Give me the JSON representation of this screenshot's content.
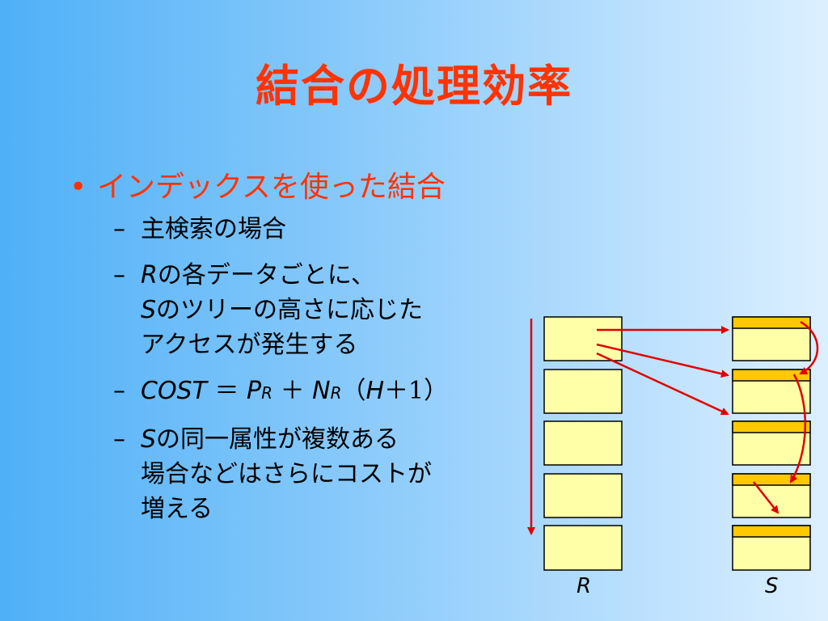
{
  "slide": {
    "title": "結合の処理効率",
    "bullet": {
      "marker": "•",
      "text": "インデックスを使った結合"
    },
    "sub_items": [
      {
        "dash": "–",
        "line1": "主検索の場合"
      },
      {
        "dash": "–",
        "line1_var": "R",
        "line1_rest": "の各データごとに、",
        "line2_var": "S",
        "line2_rest": "のツリーの高さに応じた",
        "line3": "アクセスが発生する"
      },
      {
        "dash": "–",
        "cost": "COST",
        "eq": "＝",
        "p": "P",
        "p_sub": "R",
        "plus": "＋",
        "n": "N",
        "n_sub": "R",
        "paren_open": "（",
        "h": "H",
        "plus2": "＋",
        "one": "1",
        "paren_close": "）"
      },
      {
        "dash": "–",
        "line1_var": "S",
        "line1_rest": "の同一属性が複数ある",
        "line2": "場合などはさらにコストが",
        "line3": "増える"
      }
    ]
  },
  "diagram": {
    "left_table_label": "R",
    "right_table_label": "S",
    "colors": {
      "record_fill": "#ffffa8",
      "header_fill": "#ffc800",
      "arrow": "#e00000",
      "border": "#000000"
    }
  }
}
